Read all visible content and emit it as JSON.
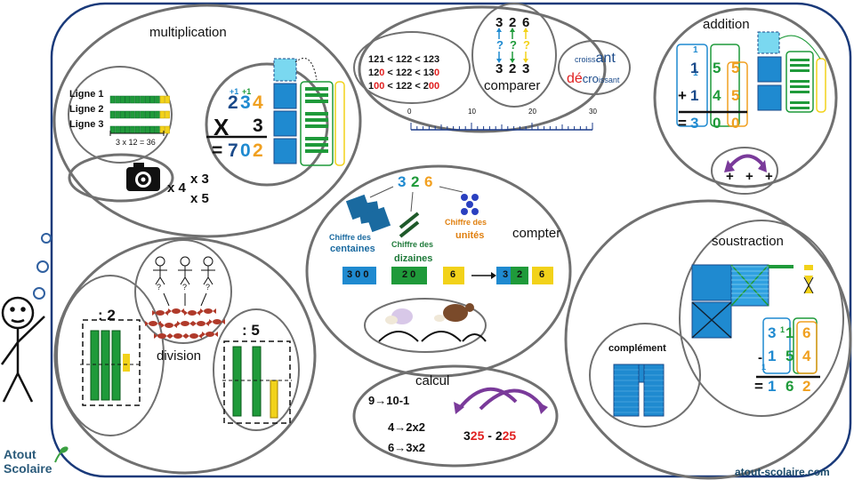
{
  "colors": {
    "blue": "#1f8ad0",
    "green": "#1f9a3a",
    "yellow": "#f2d21a",
    "orange": "#f0a020",
    "red": "#e02020",
    "darkblue": "#1a4a8a",
    "purple": "#7a3a9a"
  },
  "sections": {
    "multiplication": "multiplication",
    "comparer": "comparer",
    "addition": "addition",
    "compter": "compter",
    "soustraction": "soustraction",
    "division": "division",
    "calcul": "calcul",
    "complement": "complément"
  },
  "multiplication": {
    "rows": [
      "Ligne 1",
      "Ligne 2",
      "Ligne 3"
    ],
    "equation": "3 x 12 = 36",
    "multiplicand": [
      "2",
      "3",
      "4"
    ],
    "carries": [
      "+1",
      "+1"
    ],
    "multiplier": "3",
    "times_sign": "X",
    "result": [
      "=",
      "7",
      "0",
      "2"
    ],
    "camera_factor": "x 4",
    "factors": [
      "x 3",
      "x 5"
    ]
  },
  "comparer": {
    "lines": [
      [
        {
          "t": "121 < 122 < 123",
          "c": "#111"
        }
      ],
      [
        {
          "t": "12",
          "c": "#111"
        },
        {
          "t": "0",
          "c": "#e02020"
        },
        {
          "t": " < 122 < 13",
          "c": "#111"
        },
        {
          "t": "0",
          "c": "#e02020"
        }
      ],
      [
        {
          "t": "1",
          "c": "#111"
        },
        {
          "t": "00",
          "c": "#e02020"
        },
        {
          "t": " < 122 < 2",
          "c": "#111"
        },
        {
          "t": "00",
          "c": "#e02020"
        }
      ]
    ],
    "top_digits": [
      "3",
      "2",
      "6"
    ],
    "question_marks": [
      "?",
      "?",
      "?"
    ],
    "bottom_digits": [
      "3",
      "2",
      "3"
    ],
    "croissant": [
      "croiss",
      "ant"
    ],
    "decroissant": [
      "dé",
      "cro",
      "issant"
    ],
    "ruler": {
      "ticks": [
        "0",
        "10",
        "20",
        "30"
      ],
      "min": 0,
      "max": 30
    }
  },
  "addition": {
    "carries": [
      "1",
      "1"
    ],
    "top": [
      "1",
      "5",
      "5"
    ],
    "bottom": [
      "1",
      "4",
      "5"
    ],
    "plus": "+",
    "result": [
      "=",
      "3",
      "0",
      "0"
    ],
    "plus_signs": [
      "+",
      "+",
      "+"
    ]
  },
  "compter": {
    "number": [
      "3",
      "2",
      "6"
    ],
    "centaines": [
      "Chiffre des",
      "centaines"
    ],
    "dizaines": [
      "Chiffre des",
      "dizaines"
    ],
    "unites": [
      "Chiffre des",
      "unités"
    ],
    "boxes": [
      "3 0 0",
      "2 0",
      "6"
    ],
    "composed": [
      "3",
      "2",
      "6"
    ]
  },
  "soustraction": {
    "top": [
      "3",
      "1",
      "6"
    ],
    "small_ones": [
      "1",
      "1"
    ],
    "bottom": [
      "1",
      "5",
      "4"
    ],
    "minus": "-",
    "result": [
      "=",
      "1",
      "6",
      "2"
    ]
  },
  "division": {
    "div2": ": 2",
    "div5": ": 5",
    "question": [
      "?",
      "?",
      "?"
    ]
  },
  "calcul": {
    "lines": [
      "9→10-1",
      "4→2x2",
      "6→3x2"
    ],
    "sub": [
      {
        "t": "3",
        "c": "#111"
      },
      {
        "t": "25",
        "c": "#e02020"
      },
      {
        "t": " - 2",
        "c": "#111"
      },
      {
        "t": "25",
        "c": "#e02020"
      }
    ]
  },
  "footer": {
    "logo_top": "Atout",
    "logo_bottom": "Scolaire",
    "site": "atout-scolaire.com"
  }
}
